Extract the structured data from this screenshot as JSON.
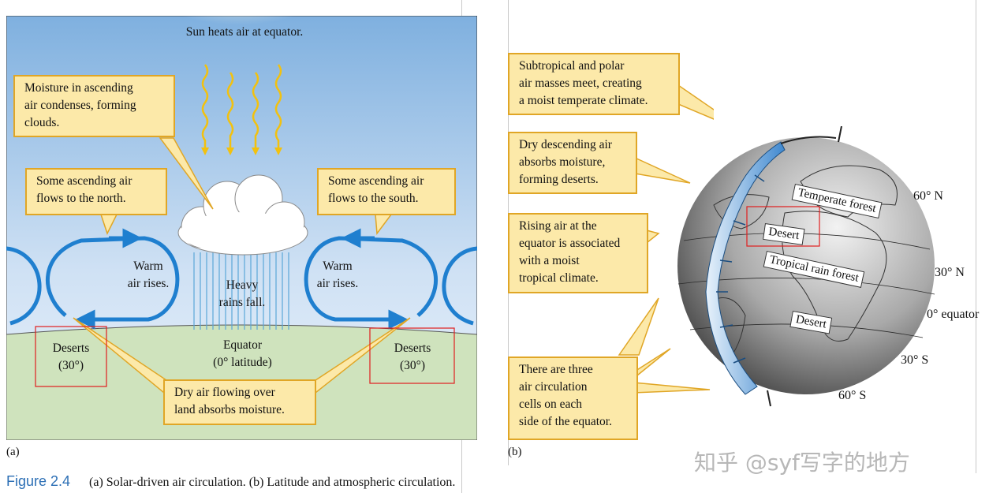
{
  "panel_a": {
    "sun_label": "Sun heats air at equator.",
    "callout_moisture": [
      "Moisture in ascending",
      "air condenses, forming",
      "clouds."
    ],
    "callout_north": [
      "Some ascending air",
      "flows to the north."
    ],
    "callout_south": [
      "Some ascending air",
      "flows to the south."
    ],
    "warm_left": [
      "Warm",
      "air rises."
    ],
    "warm_right": [
      "Warm",
      "air rises."
    ],
    "rain": [
      "Heavy",
      "rains fall."
    ],
    "deserts_left": [
      "Deserts",
      "(30°)"
    ],
    "deserts_right": [
      "Deserts",
      "(30°)"
    ],
    "equator": [
      "Equator",
      "(0° latitude)"
    ],
    "callout_dry": [
      "Dry air flowing over",
      "land absorbs moisture."
    ],
    "panel_label": "(a)"
  },
  "panel_b": {
    "callout_subtropical": [
      "Subtropical and polar",
      "air masses meet, creating",
      "a moist temperate climate."
    ],
    "callout_dry_desc": [
      "Dry descending air",
      "absorbs moisture,",
      "forming deserts."
    ],
    "callout_rising": [
      "Rising air at the",
      "equator is associated",
      "with a moist",
      "tropical climate."
    ],
    "callout_cells": [
      "There are three",
      "air circulation",
      "cells on each",
      "side of the equator."
    ],
    "globe_labels": {
      "temperate": "Temperate forest",
      "desert_north": "Desert",
      "tropical": "Tropical rain forest",
      "desert_south": "Desert"
    },
    "latitudes": {
      "n60": "60° N",
      "n30": "30° N",
      "eq": "0° equator",
      "s30": "30° S",
      "s60": "60° S"
    },
    "panel_label": "(b)"
  },
  "caption": {
    "figure": "Figure 2.4",
    "text": "(a) Solar-driven air circulation. (b) Latitude and atmospheric circulation."
  },
  "watermark": "知乎 @syf写字的地方",
  "colors": {
    "callout_fill": "#fce9a9",
    "callout_border": "#e0a626",
    "arrow_blue": "#1f7fcf",
    "ground_green": "#cfe3bd",
    "highlight_red": "#e01e1e",
    "figure_label_blue": "#2c6fb5"
  }
}
